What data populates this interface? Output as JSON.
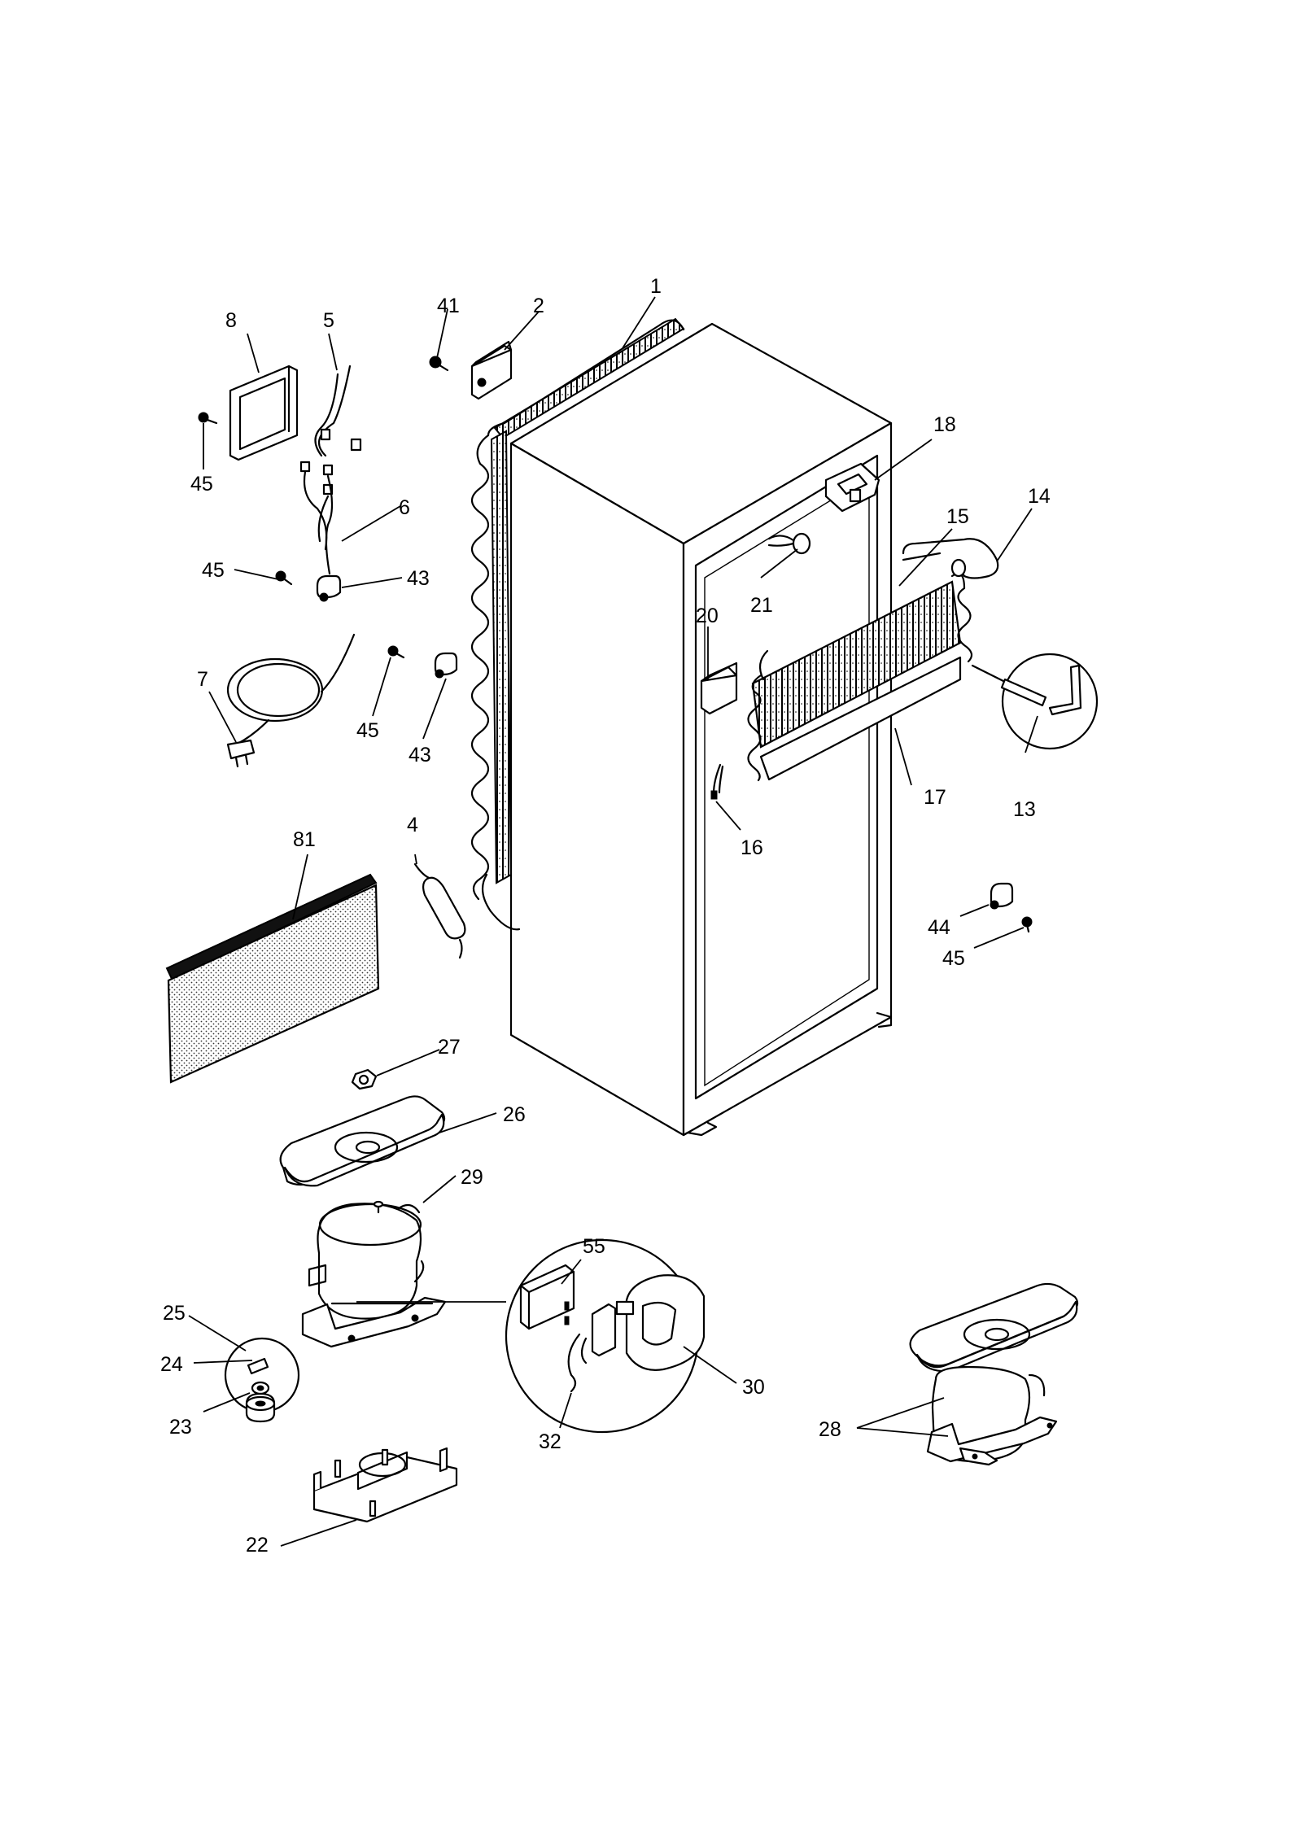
{
  "diagram": {
    "type": "exploded-parts-view",
    "callouts": {
      "c1": "1",
      "c2": "2",
      "c4": "4",
      "c5": "5",
      "c6": "6",
      "c7": "7",
      "c8": "8",
      "c13": "13",
      "c14": "14",
      "c15": "15",
      "c16": "16",
      "c17": "17",
      "c18": "18",
      "c20": "20",
      "c21": "21",
      "c22": "22",
      "c23": "23",
      "c24": "24",
      "c25": "25",
      "c26": "26",
      "c27": "27",
      "c28": "28",
      "c29": "29",
      "c30": "30",
      "c32": "32",
      "c41": "41",
      "c43a": "43",
      "c43b": "43",
      "c44": "44",
      "c45a": "45",
      "c45b": "45",
      "c45c": "45",
      "c45d": "45",
      "c55": "55",
      "c81": "81"
    }
  }
}
